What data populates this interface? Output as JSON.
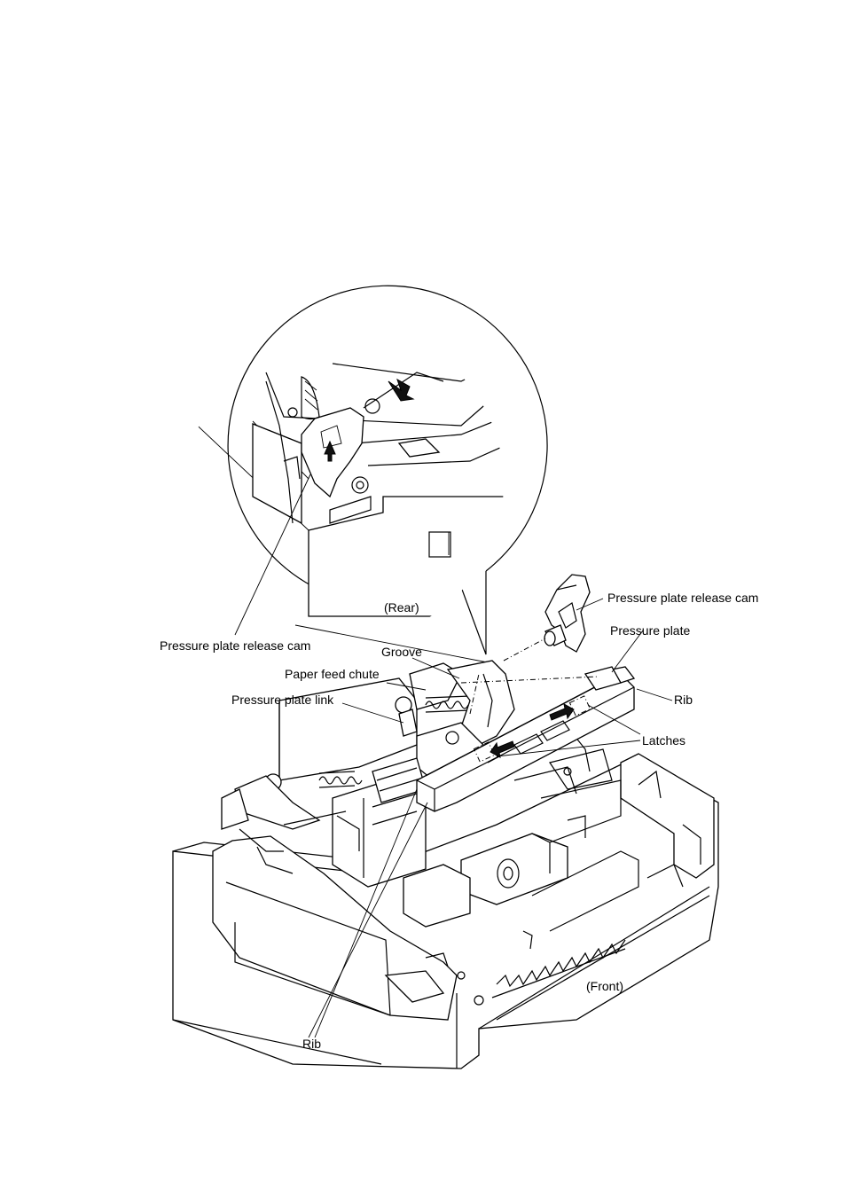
{
  "labels": {
    "rear": "(Rear)",
    "front": "(Front)",
    "cam_detail": "Pressure plate release cam",
    "cam_part": "Pressure plate release cam",
    "pressure_plate": "Pressure plate",
    "groove": "Groove",
    "paper_feed_chute": "Paper feed chute",
    "rib_right": "Rib",
    "pressure_plate_link": "Pressure plate link",
    "latches": "Latches",
    "rib_bottom": "Rib"
  }
}
